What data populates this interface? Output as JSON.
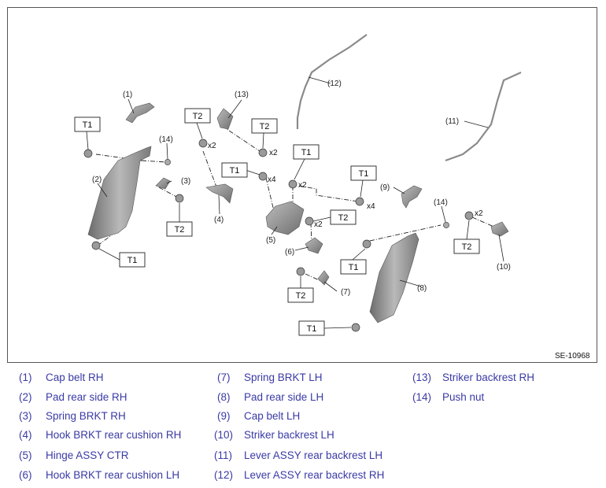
{
  "figure_id": "SE-10968",
  "callouts": {
    "c1": "(1)",
    "c2": "(2)",
    "c3": "(3)",
    "c4": "(4)",
    "c5": "(5)",
    "c6": "(6)",
    "c7": "(7)",
    "c8": "(8)",
    "c9": "(9)",
    "c10": "(10)",
    "c11": "(11)",
    "c12": "(12)",
    "c13": "(13)",
    "c14a": "(14)",
    "c14b": "(14)"
  },
  "torque_labels": {
    "t_a": "T1",
    "t_b": "T2",
    "t_c": "T2",
    "t_d": "T2",
    "t_e": "T1",
    "t_f": "T1",
    "t_g": "T1",
    "t_h": "T2",
    "t_i": "T1",
    "t_j": "T1",
    "t_k": "T2",
    "t_l": "T2",
    "t_m": "T1"
  },
  "quantity_labels": {
    "q_a": "x2",
    "q_b": "x2",
    "q_c": "x4",
    "q_d": "x2",
    "q_e": "x4",
    "q_f": "x2",
    "q_g": "x2"
  },
  "legend": [
    {
      "num": "(1)",
      "name": "Cap belt RH"
    },
    {
      "num": "(2)",
      "name": "Pad rear side RH"
    },
    {
      "num": "(3)",
      "name": "Spring BRKT RH"
    },
    {
      "num": "(4)",
      "name": "Hook BRKT rear cushion RH"
    },
    {
      "num": "(5)",
      "name": "Hinge ASSY CTR"
    },
    {
      "num": "(6)",
      "name": "Hook BRKT rear cushion LH"
    },
    {
      "num": "(7)",
      "name": "Spring BRKT LH"
    },
    {
      "num": "(8)",
      "name": "Pad rear side LH"
    },
    {
      "num": "(9)",
      "name": "Cap belt LH"
    },
    {
      "num": "(10)",
      "name": "Striker backrest LH"
    },
    {
      "num": "(11)",
      "name": "Lever ASSY rear backrest LH"
    },
    {
      "num": "(12)",
      "name": "Lever ASSY rear backrest RH"
    },
    {
      "num": "(13)",
      "name": "Striker backrest RH"
    },
    {
      "num": "(14)",
      "name": "Push nut"
    }
  ]
}
